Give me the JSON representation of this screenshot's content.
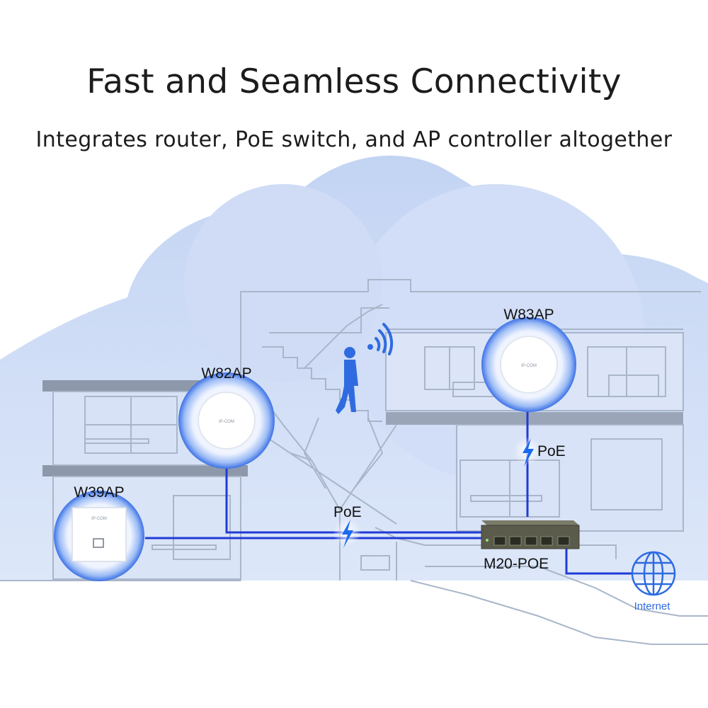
{
  "header": {
    "title": "Fast and Seamless Connectivity",
    "subtitle": "Integrates router, PoE switch, and AP controller altogether"
  },
  "devices": {
    "w82ap": {
      "label": "W82AP",
      "brand": "IP-COM"
    },
    "w83ap": {
      "label": "W83AP",
      "brand": "IP-COM"
    },
    "w39ap": {
      "label": "W39AP",
      "brand": "IP-COM"
    },
    "switch": {
      "label": "M20-POE"
    }
  },
  "poe": {
    "label_left": "PoE",
    "label_right": "PoE"
  },
  "internet": {
    "label": "Internet"
  },
  "colors": {
    "cloud": "#cfdcf5",
    "building_line": "#a9b6c9",
    "cable": "#1f3bd6",
    "accent": "#2f6be0",
    "glow": "#5b8ff0"
  }
}
